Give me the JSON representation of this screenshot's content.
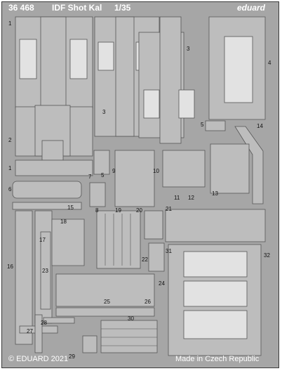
{
  "header": {
    "set_number": "36 468",
    "title": "IDF Shot Kal",
    "scale": "1/35",
    "brand": "eduard"
  },
  "footer": {
    "copyright": "© EDUARD 2021",
    "origin": "Made in Czech Republic"
  },
  "part_numbers": [
    "1",
    "2",
    "3",
    "4",
    "5",
    "6",
    "7",
    "8",
    "9",
    "10",
    "11",
    "12",
    "13",
    "14",
    "15",
    "16",
    "17",
    "18",
    "19",
    "20",
    "21",
    "22",
    "23",
    "24",
    "25",
    "26",
    "27",
    "28",
    "29",
    "30",
    "31",
    "32"
  ],
  "colors": {
    "fret": "#a6a6a6",
    "part_fill": "#bdbdbd",
    "outline": "#555555",
    "text": "#ffffff"
  }
}
